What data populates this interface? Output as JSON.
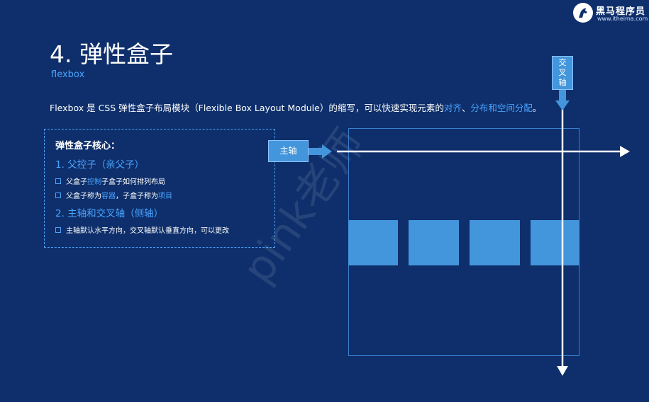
{
  "logo": {
    "name": "黑马程序员",
    "url": "www.itheima.com"
  },
  "title": "4. 弹性盒子",
  "subtitle": "flexbox",
  "intro": {
    "part1": "Flexbox 是 CSS 弹性盒子布局模块（Flexible Box Layout Module）的缩写，可以快速实现元素的",
    "hl1": "对齐",
    "sep": "、",
    "hl2": "分布和空间分配",
    "end": "。"
  },
  "core": {
    "title": "弹性盒子核心：",
    "h1": "1. 父控子（亲父子）",
    "b1": {
      "pre": "父盒子",
      "hl": "控制",
      "post": "子盒子如何排列布局"
    },
    "b2": {
      "pre": "父盒子称为",
      "hl1": "容器",
      "mid": "，子盒子称为",
      "hl2": "项目"
    },
    "h2": "2. 主轴和交叉轴（侧轴）",
    "b3": "主轴默认水平方向，交叉轴默认垂直方向，可以更改"
  },
  "diagram": {
    "main_axis_label": "主轴",
    "cross_axis_label": [
      "交",
      "叉",
      "轴"
    ]
  },
  "watermark": "pink老师",
  "colors": {
    "background": "#0e2f6b",
    "accent": "#4aa3ff",
    "item": "#4496dc"
  }
}
